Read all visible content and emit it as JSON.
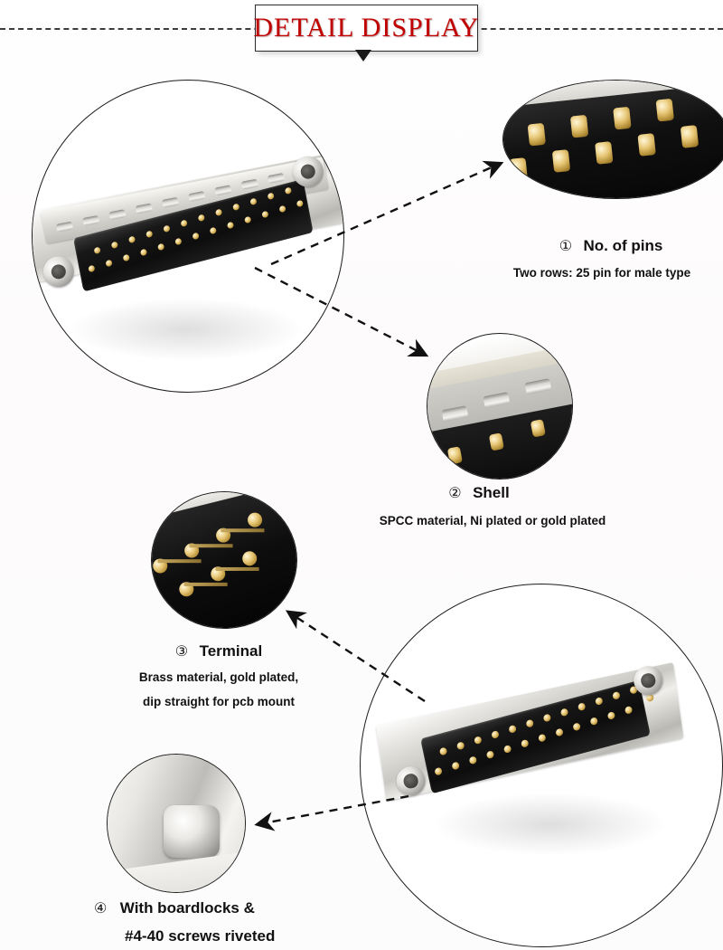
{
  "header": {
    "title": "DETAIL DISPLAY",
    "rule_style": "dashed",
    "caret_icon": "triangle-down-icon",
    "accent_color": "#c00000"
  },
  "product": {
    "type": "DB25 male D-sub connector",
    "shell_color": "#d6d5d0",
    "insulator_color": "#111111",
    "pin_color": "#d8b05c"
  },
  "callouts": [
    {
      "number": "①",
      "title": "No. of pins",
      "desc_lines": [
        "Two rows: 25 pin for male type"
      ],
      "detail_view": "pin-rows-closeup"
    },
    {
      "number": "②",
      "title": "Shell",
      "desc_lines": [
        "SPCC material, Ni plated or gold plated"
      ],
      "detail_view": "shell-dimples-closeup"
    },
    {
      "number": "③",
      "title": "Terminal",
      "desc_lines": [
        "Brass material, gold plated,",
        "dip straight for pcb mount"
      ],
      "detail_view": "terminal-pins-closeup"
    },
    {
      "number": "④",
      "title": "With boardlocks &",
      "desc_lines": [
        "#4-40 screws riveted"
      ],
      "detail_view": "boardlock-screw-closeup"
    }
  ],
  "images": {
    "main_front": "db25-male-front-angle",
    "main_rear": "db25-male-rear-angle"
  }
}
